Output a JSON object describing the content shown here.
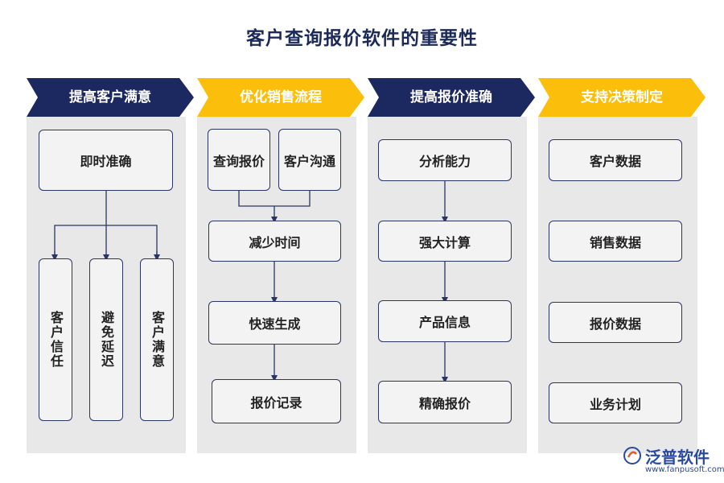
{
  "title": "客户查询报价软件的重要性",
  "colors": {
    "navy": "#1c2860",
    "yellow": "#fbbe0a",
    "panel": "#e8e8e8",
    "box_border": "#2a3566"
  },
  "columns": [
    {
      "header": "提高客户满意",
      "boxes": [
        "即时准确",
        "客户信任",
        "避免延迟",
        "客户满意"
      ]
    },
    {
      "header": "优化销售流程",
      "boxes": [
        "查询报价",
        "客户沟通",
        "减少时间",
        "快速生成",
        "报价记录"
      ]
    },
    {
      "header": "提高报价准确",
      "boxes": [
        "分析能力",
        "强大计算",
        "产品信息",
        "精确报价"
      ]
    },
    {
      "header": "支持决策制定",
      "boxes": [
        "客户数据",
        "销售数据",
        "报价数据",
        "业务计划"
      ]
    }
  ],
  "logo": {
    "name": "泛普软件",
    "url": "www.fanpusoft.com",
    "icon": "fanpu-logo-icon"
  }
}
